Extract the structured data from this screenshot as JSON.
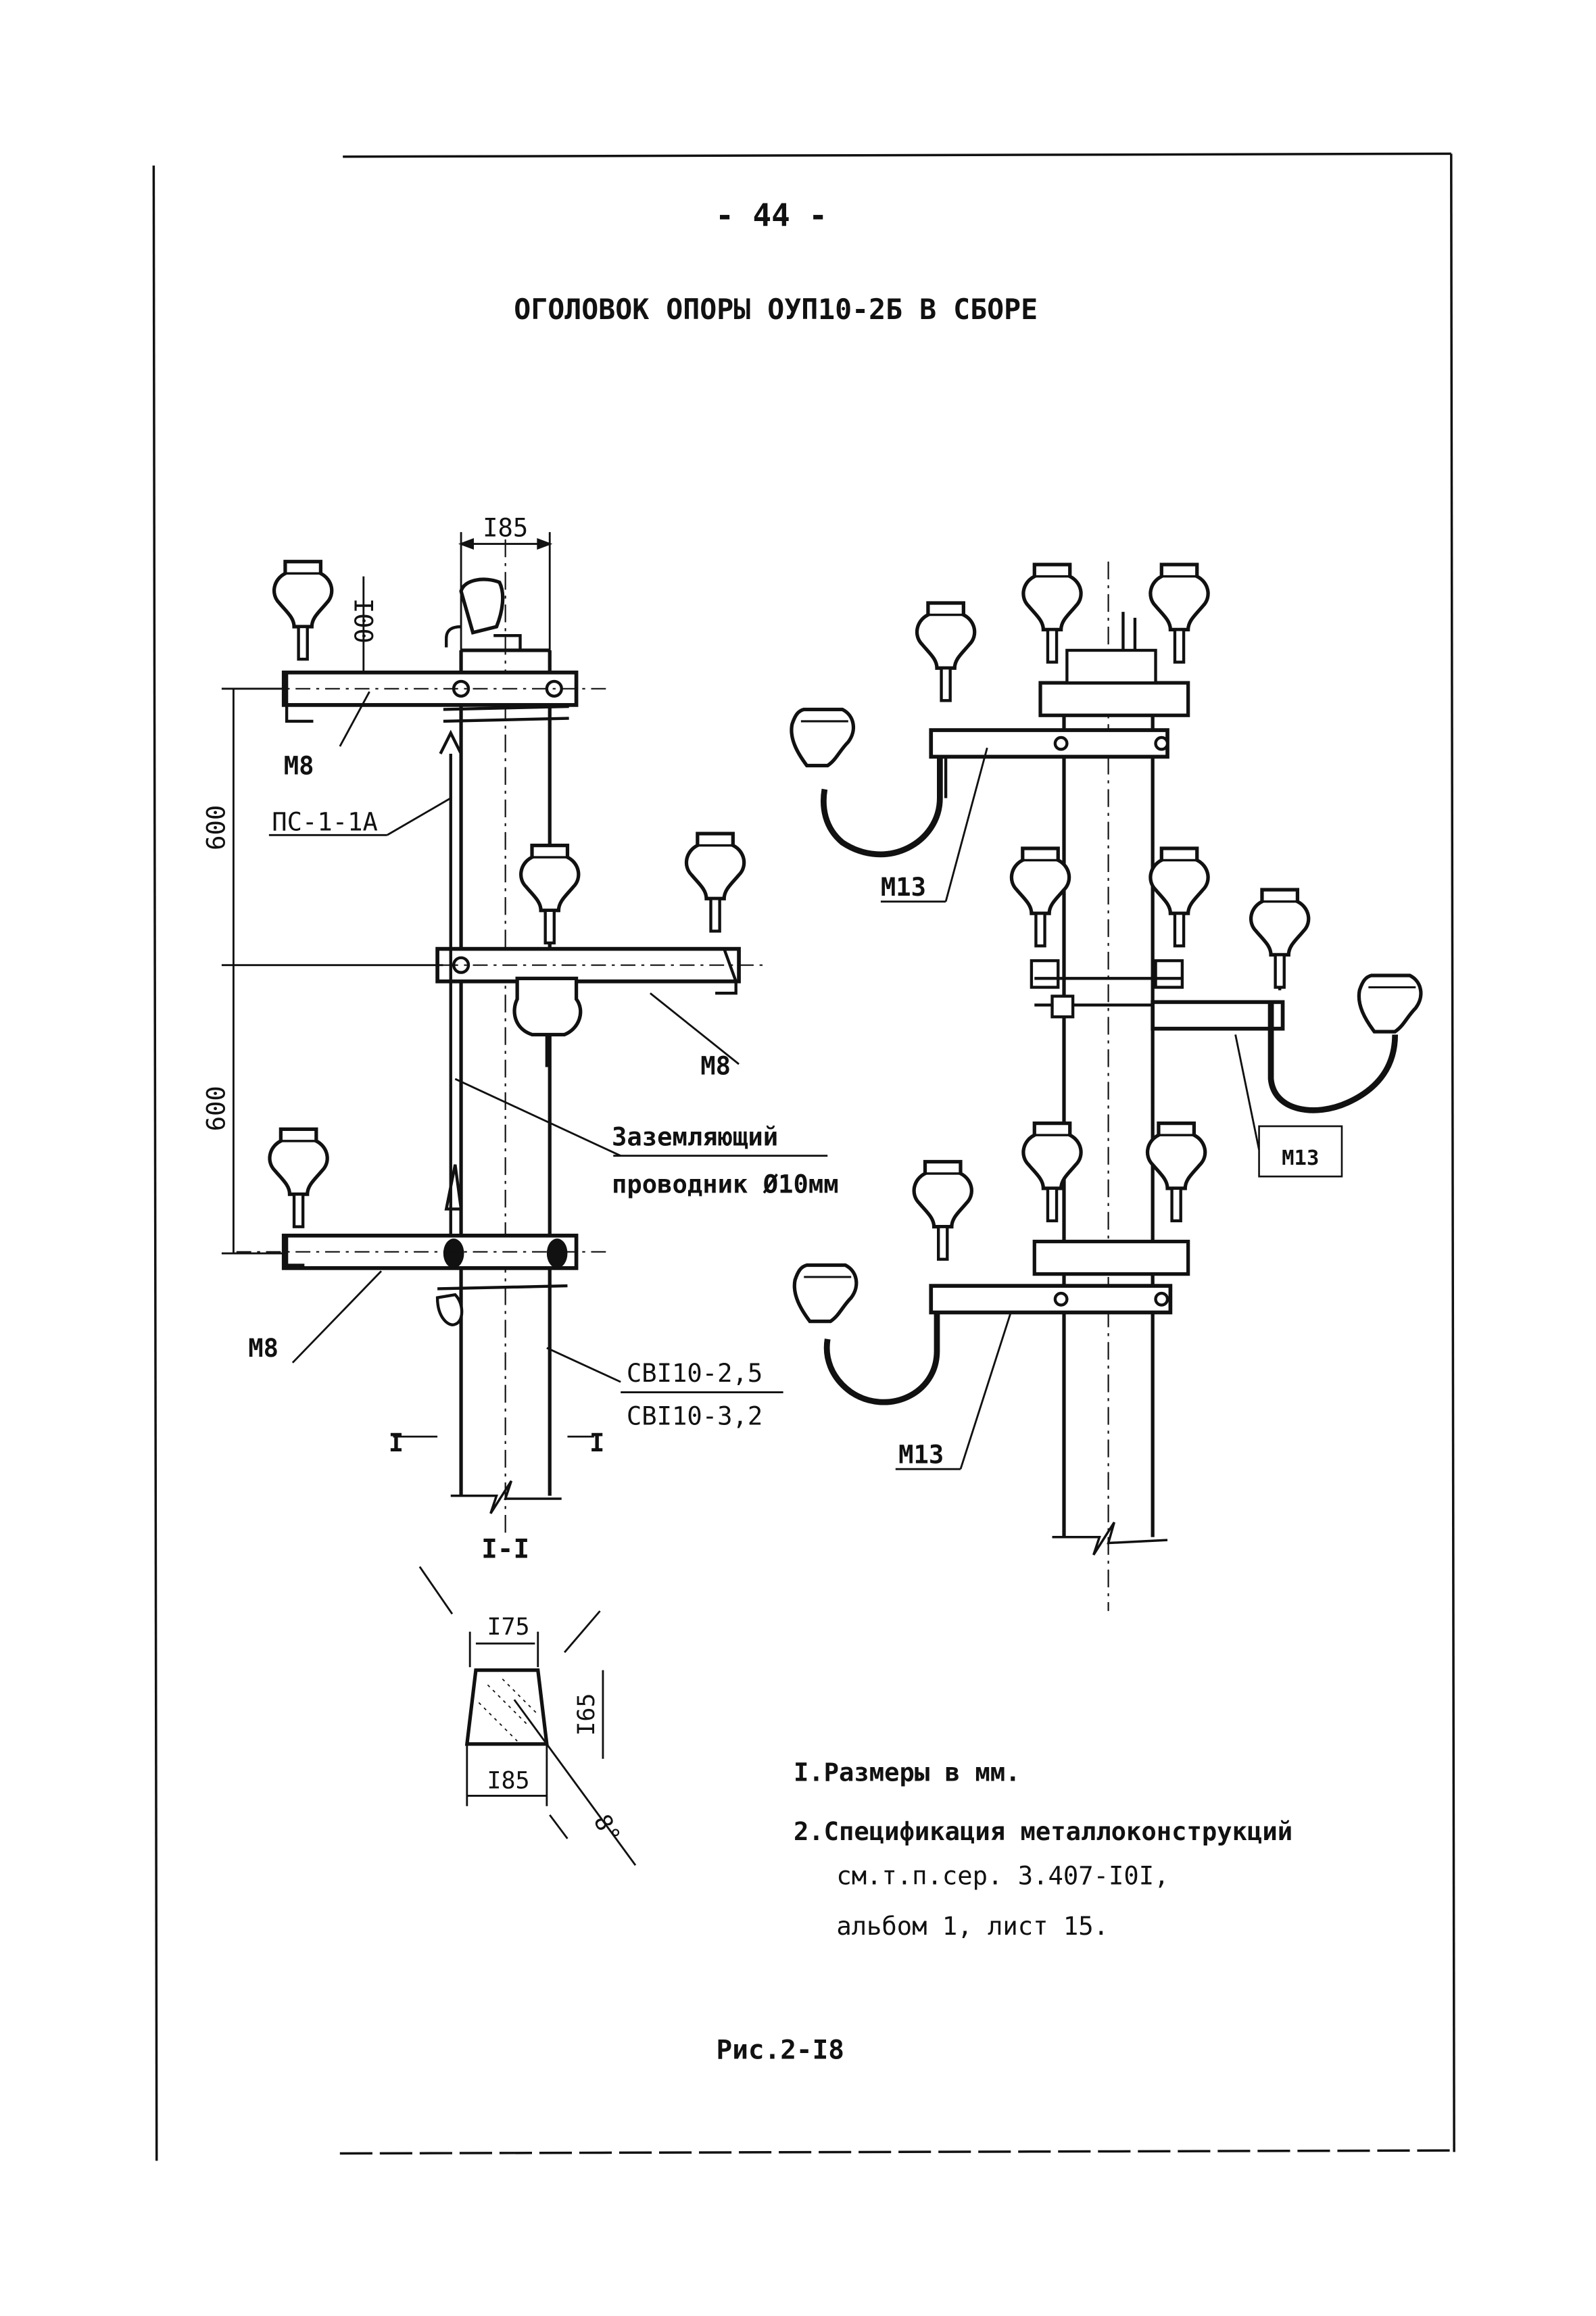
{
  "page": {
    "number": "- 44 -",
    "title": "ОГОЛОВОК ОПОРЫ ОУП10-2Б В СБОРЕ",
    "caption": "Рис.2-I8"
  },
  "left_drawing": {
    "dims": {
      "top_width": "I85",
      "insulator_height": "I00",
      "span_upper": "600",
      "span_lower": "600"
    },
    "labels": {
      "m8_top": "M8",
      "clamp": "ПС-1-1А",
      "m8_mid": "M8",
      "ground_line1": "Заземляющий",
      "ground_line2": "проводник Ø10мм",
      "m8_bottom": "M8",
      "insulator_1": "СВI10-2,5",
      "insulator_2": "СВI10-3,2",
      "section_mark": "I"
    }
  },
  "section": {
    "title": "I-I",
    "top_width": "I75",
    "height": "I65",
    "bottom_width": "I85",
    "angle": "8°"
  },
  "right_drawing": {
    "labels": {
      "m13_top": "M13",
      "m13_bottom": "M13",
      "m13_mid": "M13"
    }
  },
  "notes": [
    "I.Размеры в мм.",
    "2.Спецификация металлоконструкций",
    "см.т.п.сер. 3.407-I0I,",
    "альбом 1, лист 15."
  ]
}
